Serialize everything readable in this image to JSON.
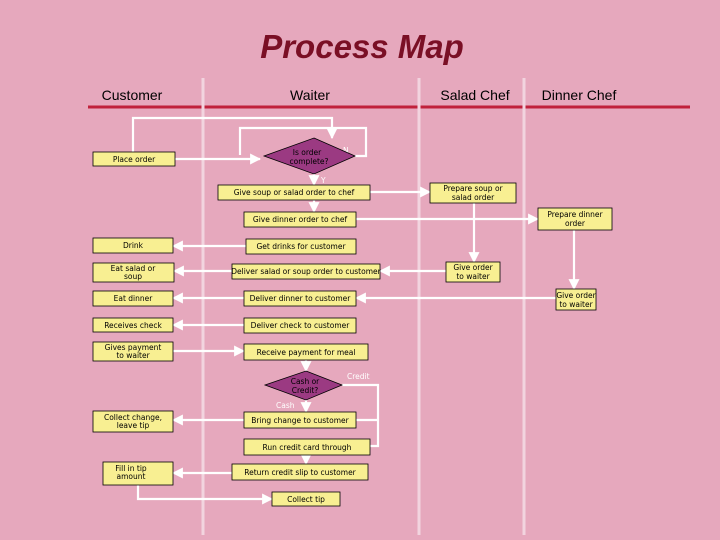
{
  "title": "Process Map",
  "lanes": [
    "Customer",
    "Waiter",
    "Salad Chef",
    "Dinner Chef"
  ],
  "steps": {
    "place_order": "Place order",
    "drink": "Drink",
    "eat_salad": [
      "Eat salad or",
      "soup"
    ],
    "eat_dinner": "Eat dinner",
    "receives_check": "Receives check",
    "gives_payment": [
      "Gives payment",
      "to waiter"
    ],
    "collect_change": [
      "Collect change,",
      "leave tip"
    ],
    "fill_tip": [
      "Fill in tip",
      "amount"
    ],
    "order_complete": [
      "Is order",
      "complete?"
    ],
    "give_soup_order": "Give soup or salad order to chef",
    "give_dinner_order": "Give dinner order to chef",
    "get_drinks": "Get drinks for customer",
    "deliver_salad": "Deliver salad or soup order to customer",
    "deliver_dinner": "Deliver dinner to customer",
    "deliver_check": "Deliver check to customer",
    "receive_payment": "Receive payment for meal",
    "cash_or_credit": [
      "Cash or",
      "Credit?"
    ],
    "bring_change": "Bring change to customer",
    "run_credit": "Run credit card through",
    "return_slip": "Return credit slip to customer",
    "collect_tip": "Collect tip",
    "prepare_soup": [
      "Prepare soup or",
      "salad order"
    ],
    "salad_give_order": [
      "Give order",
      "to waiter"
    ],
    "prepare_dinner": [
      "Prepare dinner",
      "order"
    ],
    "dinner_give_order": [
      "Give order",
      "to waiter"
    ]
  },
  "branch_labels": {
    "no": "N",
    "yes": "Y",
    "credit": "Credit",
    "cash": "Cash"
  },
  "colors": {
    "background": "#e6a8bd",
    "box": "#f8ef92",
    "decision": "#9b3a82",
    "title": "#7a0f25",
    "header_line": "#c0213b"
  }
}
